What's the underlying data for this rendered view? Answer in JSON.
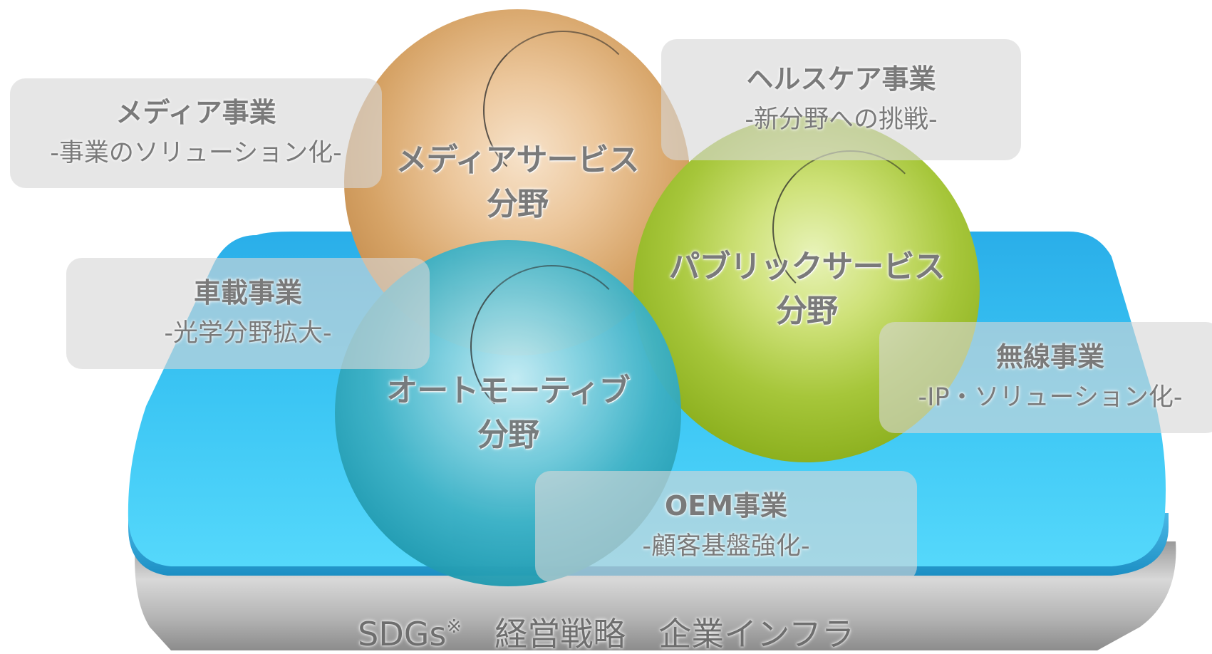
{
  "spheres": {
    "media": {
      "line1": "メディアサービス",
      "line2": "分野",
      "color": "#d6a366"
    },
    "public": {
      "line1": "パブリックサービス",
      "line2": "分野",
      "color": "#a6c63a"
    },
    "auto": {
      "line1": "オートモーティブ",
      "line2": "分野",
      "color": "#3fb2c6"
    }
  },
  "boxes": {
    "media": {
      "title": "メディア事業",
      "sub": "-事業のソリューション化-"
    },
    "health": {
      "title": "ヘルスケア事業",
      "sub": "-新分野への挑戦-"
    },
    "auto": {
      "title": "車載事業",
      "sub": "-光学分野拡大-"
    },
    "wireless": {
      "title": "無線事業",
      "sub": "-IP・ソリューション化-"
    },
    "oem": {
      "title": "OEM事業",
      "sub": "-顧客基盤強化-"
    }
  },
  "platform": {
    "footer": "SDGs",
    "footer_mark": "※",
    "footer_rest": "　経営戦略　企業インフラ",
    "color": "#2ec4f2"
  }
}
